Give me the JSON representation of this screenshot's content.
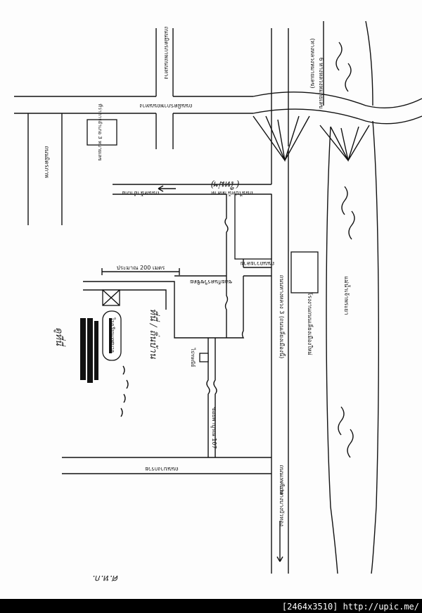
{
  "map": {
    "labels": {
      "highway_river_top": "(ทางหลวงหมายเลข)",
      "highway_6": "6 ทางหลวงหมายเลข",
      "road_top_left": "ถนนมิตรภาพถนนทาง",
      "road_mid_top": "ถนนมิตรภาพถนนทาง",
      "road_left_vertical": "ถนนมิตรภาพ",
      "district_office": "ที่ว่าการอำเภอ 3 หมายเลข",
      "road_arrow_west": "ถนนหน้าอำเภอ",
      "road_right_of_arrow": "ถนนไปหน้าตลาด",
      "handwritten_top": "(ใหม่ฯ)",
      "distance": "ประมาณ 200 เมตร",
      "alley_mid": "ซอยกันตรวิชชิตย",
      "road_right_mid": "ถนนถวายลาย",
      "road_3_label": "ถนนทางหลวง 3 (ถนนเลี่ยงเมืองนี้)",
      "factory_label": "โรงงานถนนเลี่ยงเมืองใหม่",
      "river_label": "แม่น้ำเจ้าพระยา",
      "school_label": "โรงเรียนเทศบาล",
      "handwritten_target": "ที่นี่ / ถิ่นบ้าน",
      "handwritten_left": "ดูที่นี่",
      "soi_107": "ซอยพาบูรณ 107",
      "post_office": "ไปรษณีย์",
      "road_bottom_left": "ถนนบางกรวย",
      "road_bottom_right": "ถนนเทศบาล",
      "arrow_down": "ไปทางบางบัวทอง",
      "bottom_mark": "ศ.ห.ก."
    }
  },
  "footer": {
    "text": "[2464x3510] http://upic.me/"
  }
}
